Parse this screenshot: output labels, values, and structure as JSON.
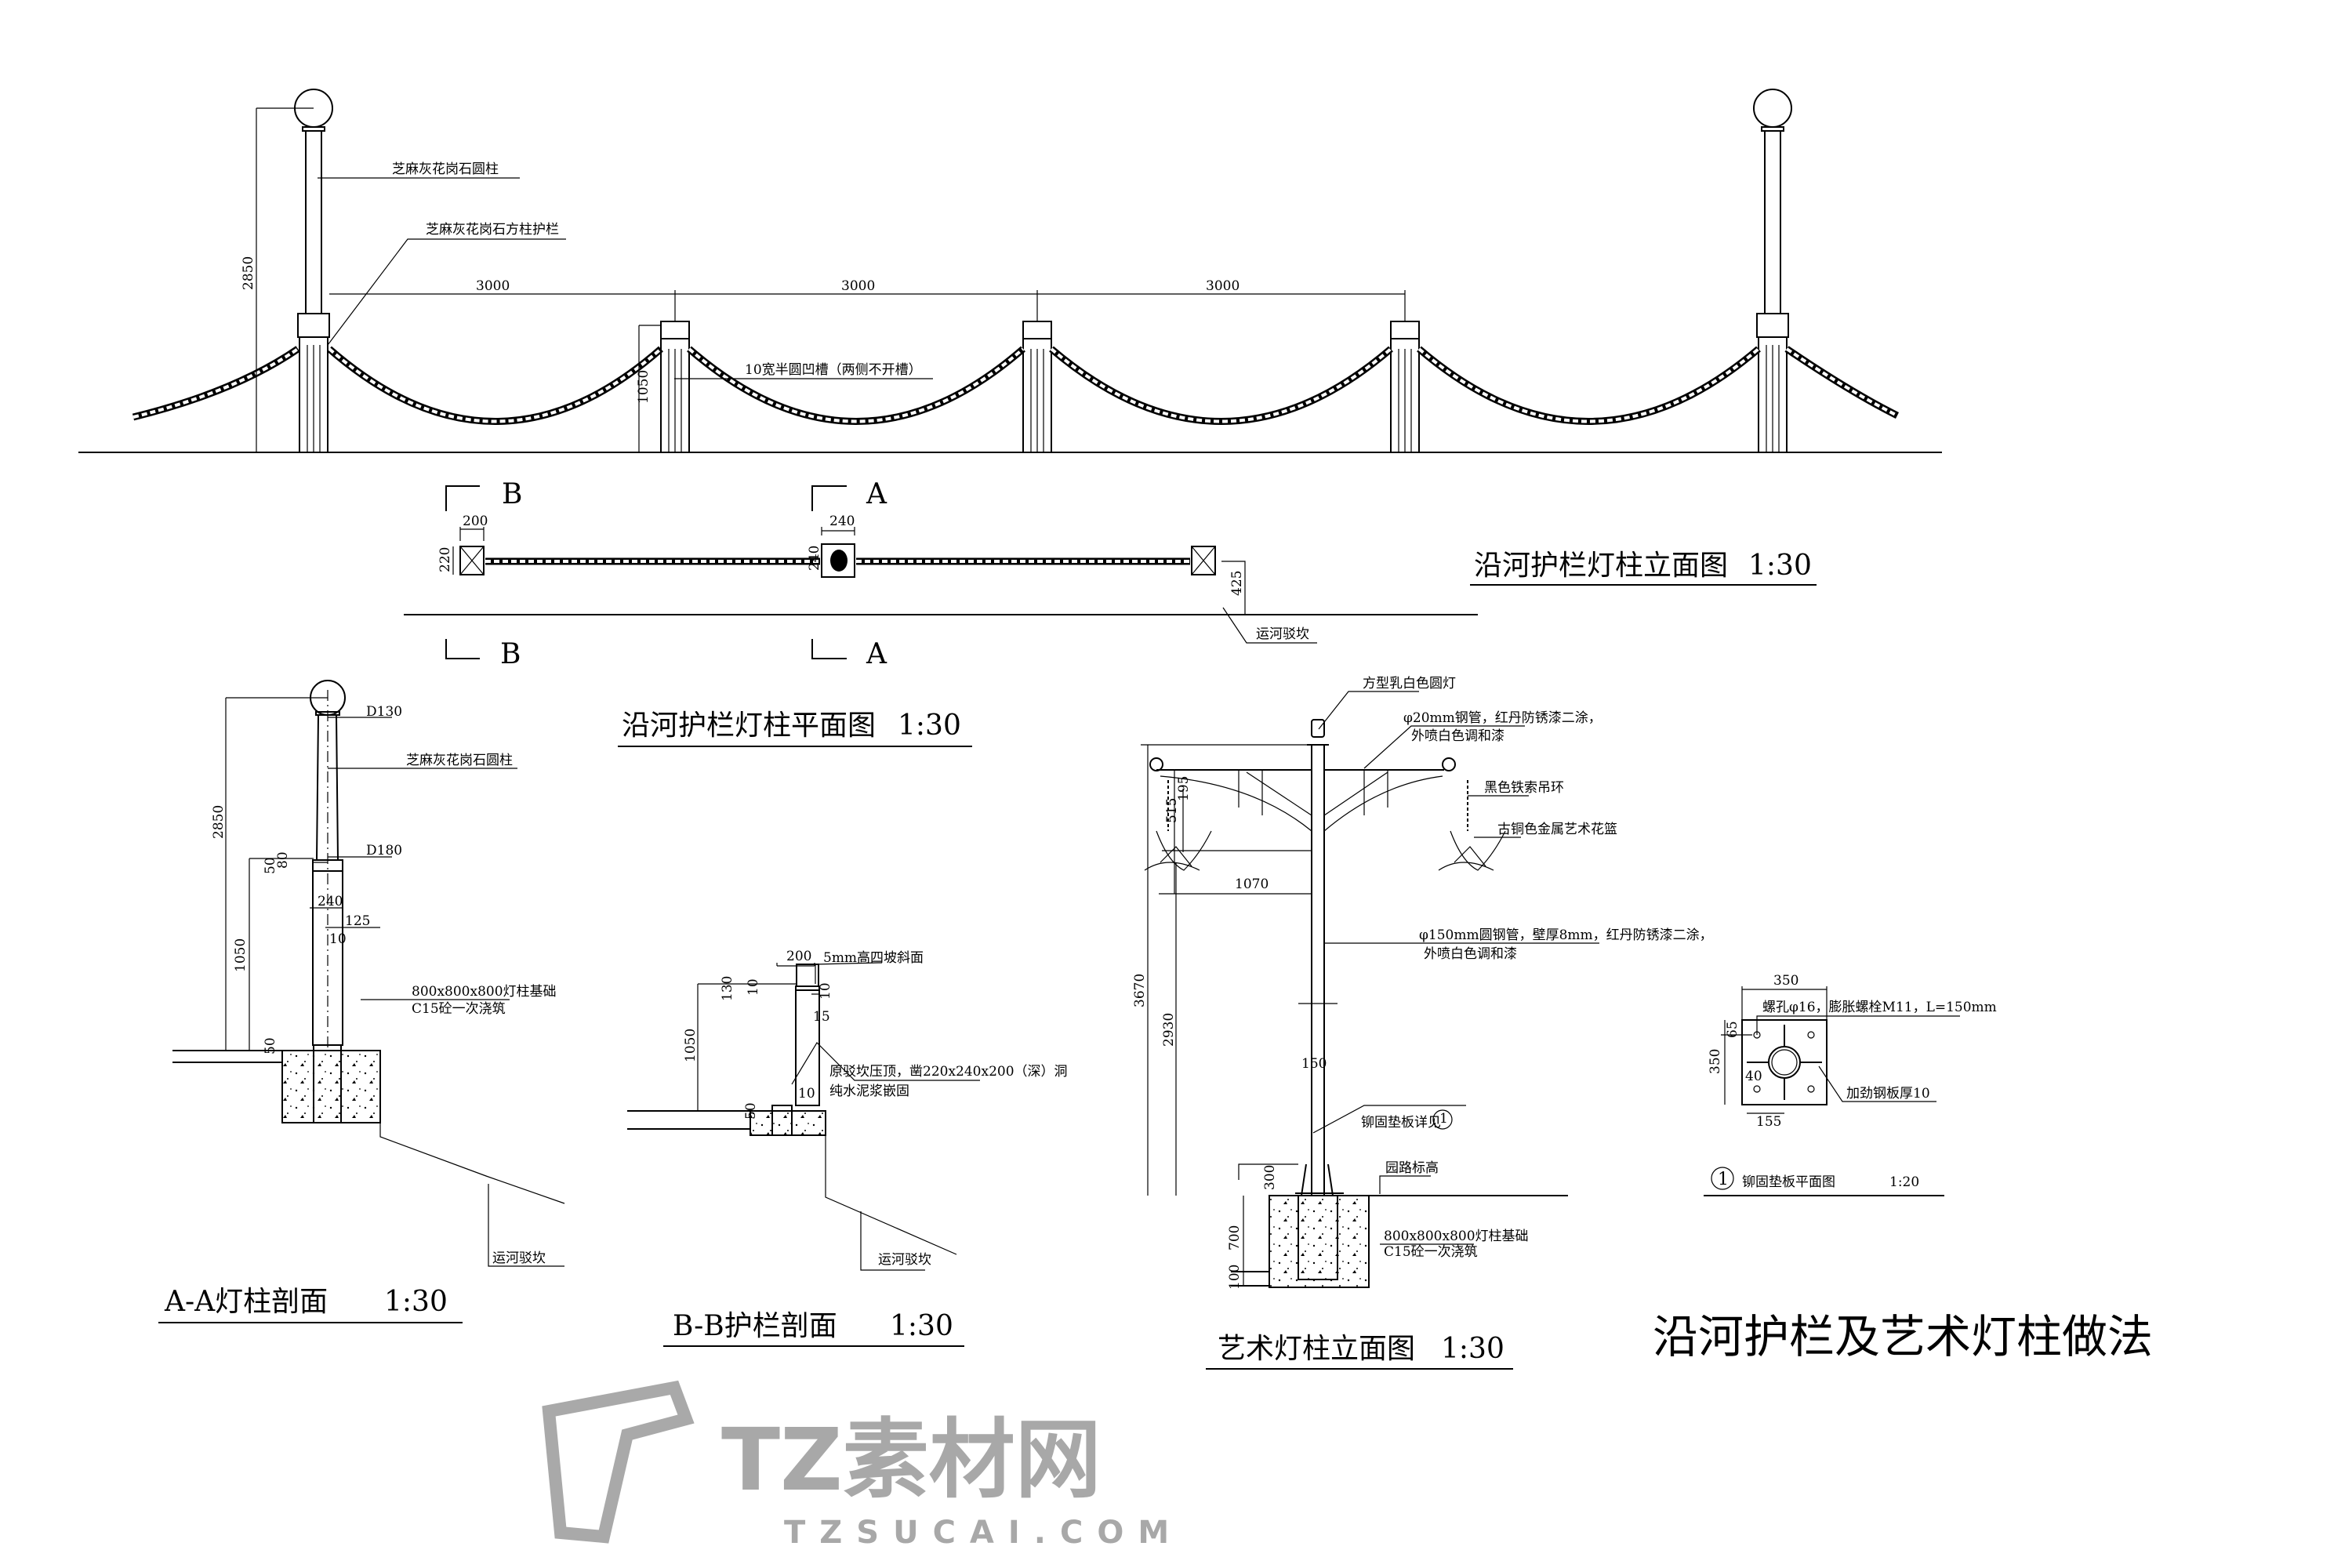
{
  "main_title": "沿河护栏及艺术灯柱做法",
  "watermark": {
    "logo": "TZ素材网",
    "url": "TZSUCAI.COM"
  },
  "elevation": {
    "title": "沿河护栏灯柱立面图",
    "scale": "1:30",
    "labels": {
      "round_column": "芝麻灰花岗石圆柱",
      "square_post": "芝麻灰花岗石方柱护栏",
      "groove": "10宽半圆凹槽（两侧不开槽）"
    },
    "dims": {
      "span1": "3000",
      "span2": "3000",
      "span3": "3000",
      "height": "2850",
      "post_height": "1050"
    }
  },
  "plan": {
    "title": "沿河护栏灯柱平面图",
    "scale": "1:30",
    "section_b": "B",
    "section_a": "A",
    "dims": {
      "b_width": "200",
      "b_depth": "220",
      "a_width": "240",
      "a_depth": "240",
      "offset": "425"
    },
    "slope_label": "运河驳坎"
  },
  "section_aa": {
    "title": "A-A灯柱剖面",
    "scale": "1:30",
    "labels": {
      "column": "芝麻灰花岗石圆柱",
      "foundation_1": "800x800x800灯柱基础",
      "foundation_2": "C15砼一次浇筑",
      "slope": "运河驳坎"
    },
    "dims": {
      "d_top": "D130",
      "d_bottom": "D180",
      "height": "2850",
      "post_height": "1050",
      "cap": "80",
      "ring": "50",
      "width": "240",
      "offset": "125",
      "groove": "10",
      "base": "50"
    }
  },
  "section_bb": {
    "title": "B-B护栏剖面",
    "scale": "1:30",
    "labels": {
      "cap": "5mm高四坡斜面",
      "base_1": "原驳坎压顶，凿220x240x200（深）洞",
      "base_2": "纯水泥浆嵌固",
      "slope": "运河驳坎"
    },
    "dims": {
      "width": "200",
      "cap": "130",
      "ring": "10",
      "ring2": "10",
      "hole": "15",
      "height": "1050",
      "groove": "10",
      "base": "50"
    }
  },
  "art_lamp": {
    "title": "艺术灯柱立面图",
    "scale": "1:30",
    "labels": {
      "lamp": "方型乳白色圆灯",
      "arm_1": "φ20mm钢管，红丹防锈漆二涂，",
      "arm_2": "外喷白色调和漆",
      "chain": "黑色铁索吊环",
      "basket": "古铜色金属艺术花篮",
      "pole_1": "φ150mm圆钢管，壁厚8mm，红丹防锈漆二涂，",
      "pole_2": "外喷白色调和漆",
      "plate": "铆固垫板详见",
      "plate_ref": "1",
      "grade": "园路标高",
      "foundation_1": "800x800x800灯柱基础",
      "foundation_2": "C15砼一次浇筑"
    },
    "dims": {
      "arm": "195",
      "hang": "515",
      "reach": "1070",
      "total": "3670",
      "pole": "2930",
      "dia": "150",
      "base": "300",
      "found": "700",
      "bottom": "100"
    }
  },
  "plate": {
    "number": "1",
    "title": "铆固垫板平面图",
    "scale": "1:20",
    "labels": {
      "bolt": "螺孔φ16，膨胀螺栓M11，L=150mm",
      "rib": "加劲钢板厚10"
    },
    "dims": {
      "width": "350",
      "height": "350",
      "edge": "65",
      "rib": "40",
      "half": "155"
    }
  }
}
